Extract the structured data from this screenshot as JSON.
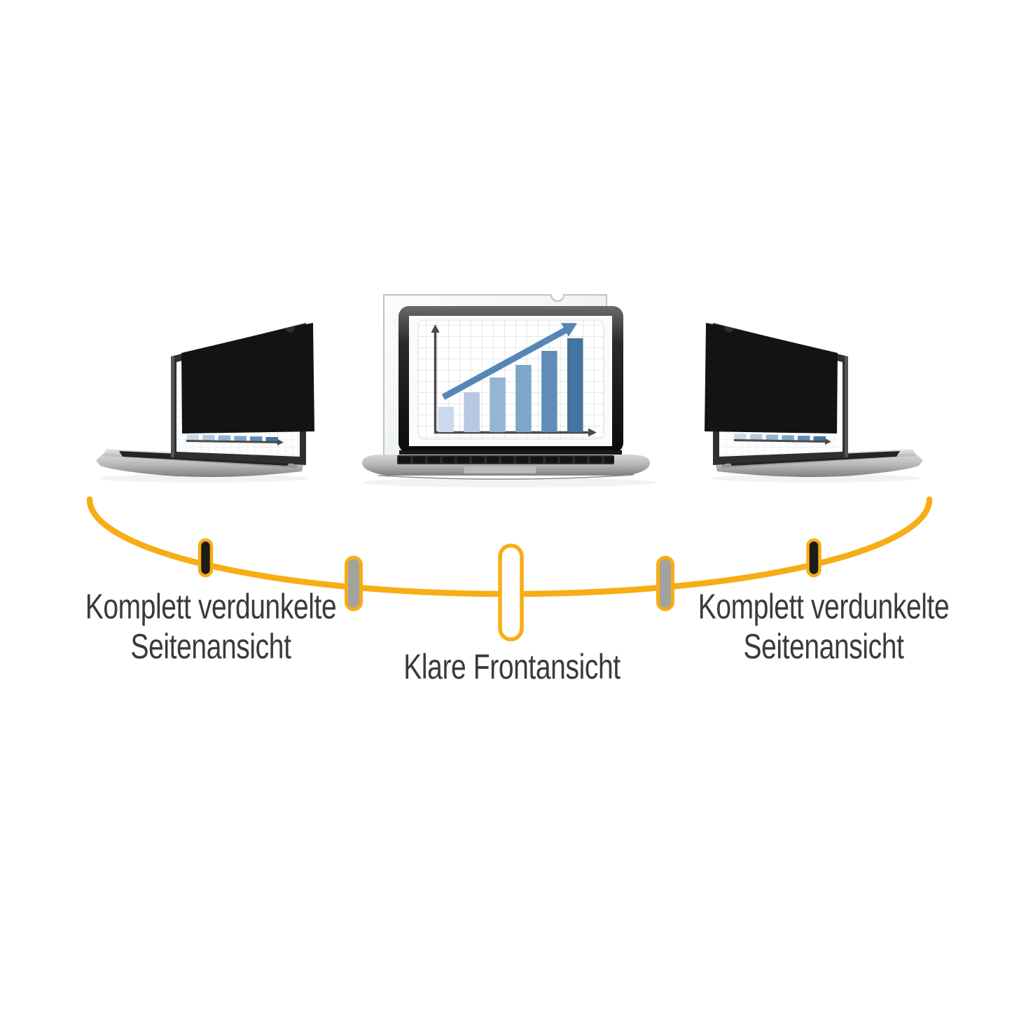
{
  "labels": {
    "left": {
      "line1": "Komplett verdunkelte",
      "line2": "Seitenansicht"
    },
    "center": {
      "line1": "Klare Frontansicht"
    },
    "right": {
      "line1": "Komplett verdunkelte",
      "line2": "Seitenansicht"
    }
  },
  "colors": {
    "background": "#ffffff",
    "arc": "#F7AD15",
    "text": "#3a3a39",
    "privacy_filter_black": "#151312",
    "marker_gray": "#a2a2a1",
    "marker_black": "#1d1c1a",
    "marker_white": "#ffffff",
    "laptop_silver": "#b9b9b9",
    "bezel_dark": "#1c1c1c"
  },
  "angle_markers": [
    {
      "id": "far-left",
      "fill": "#1d1c1a",
      "border": "#F7AD15"
    },
    {
      "id": "mid-left",
      "fill": "#a2a2a1",
      "border": "#F7AD15"
    },
    {
      "id": "center",
      "fill": "#ffffff",
      "border": "#F7AD15"
    },
    {
      "id": "mid-right",
      "fill": "#a2a2a1",
      "border": "#F7AD15"
    },
    {
      "id": "far-right",
      "fill": "#1d1c1a",
      "border": "#F7AD15"
    }
  ],
  "chart_data": {
    "type": "bar",
    "title": "",
    "xlabel": "",
    "ylabel": "",
    "categories": [
      "",
      "",
      "",
      "",
      "",
      ""
    ],
    "values": [
      36,
      57,
      78,
      96,
      116,
      134
    ],
    "ylim": [
      0,
      150
    ],
    "grid": true,
    "bar_colors": [
      "#cbdaea",
      "#b6c9e0",
      "#96b4d3",
      "#7ea6cb",
      "#5f8db9",
      "#45749e"
    ],
    "axis_color": "#4a4a4a",
    "trend_color": "#5586b6",
    "trend_arrow": true
  }
}
